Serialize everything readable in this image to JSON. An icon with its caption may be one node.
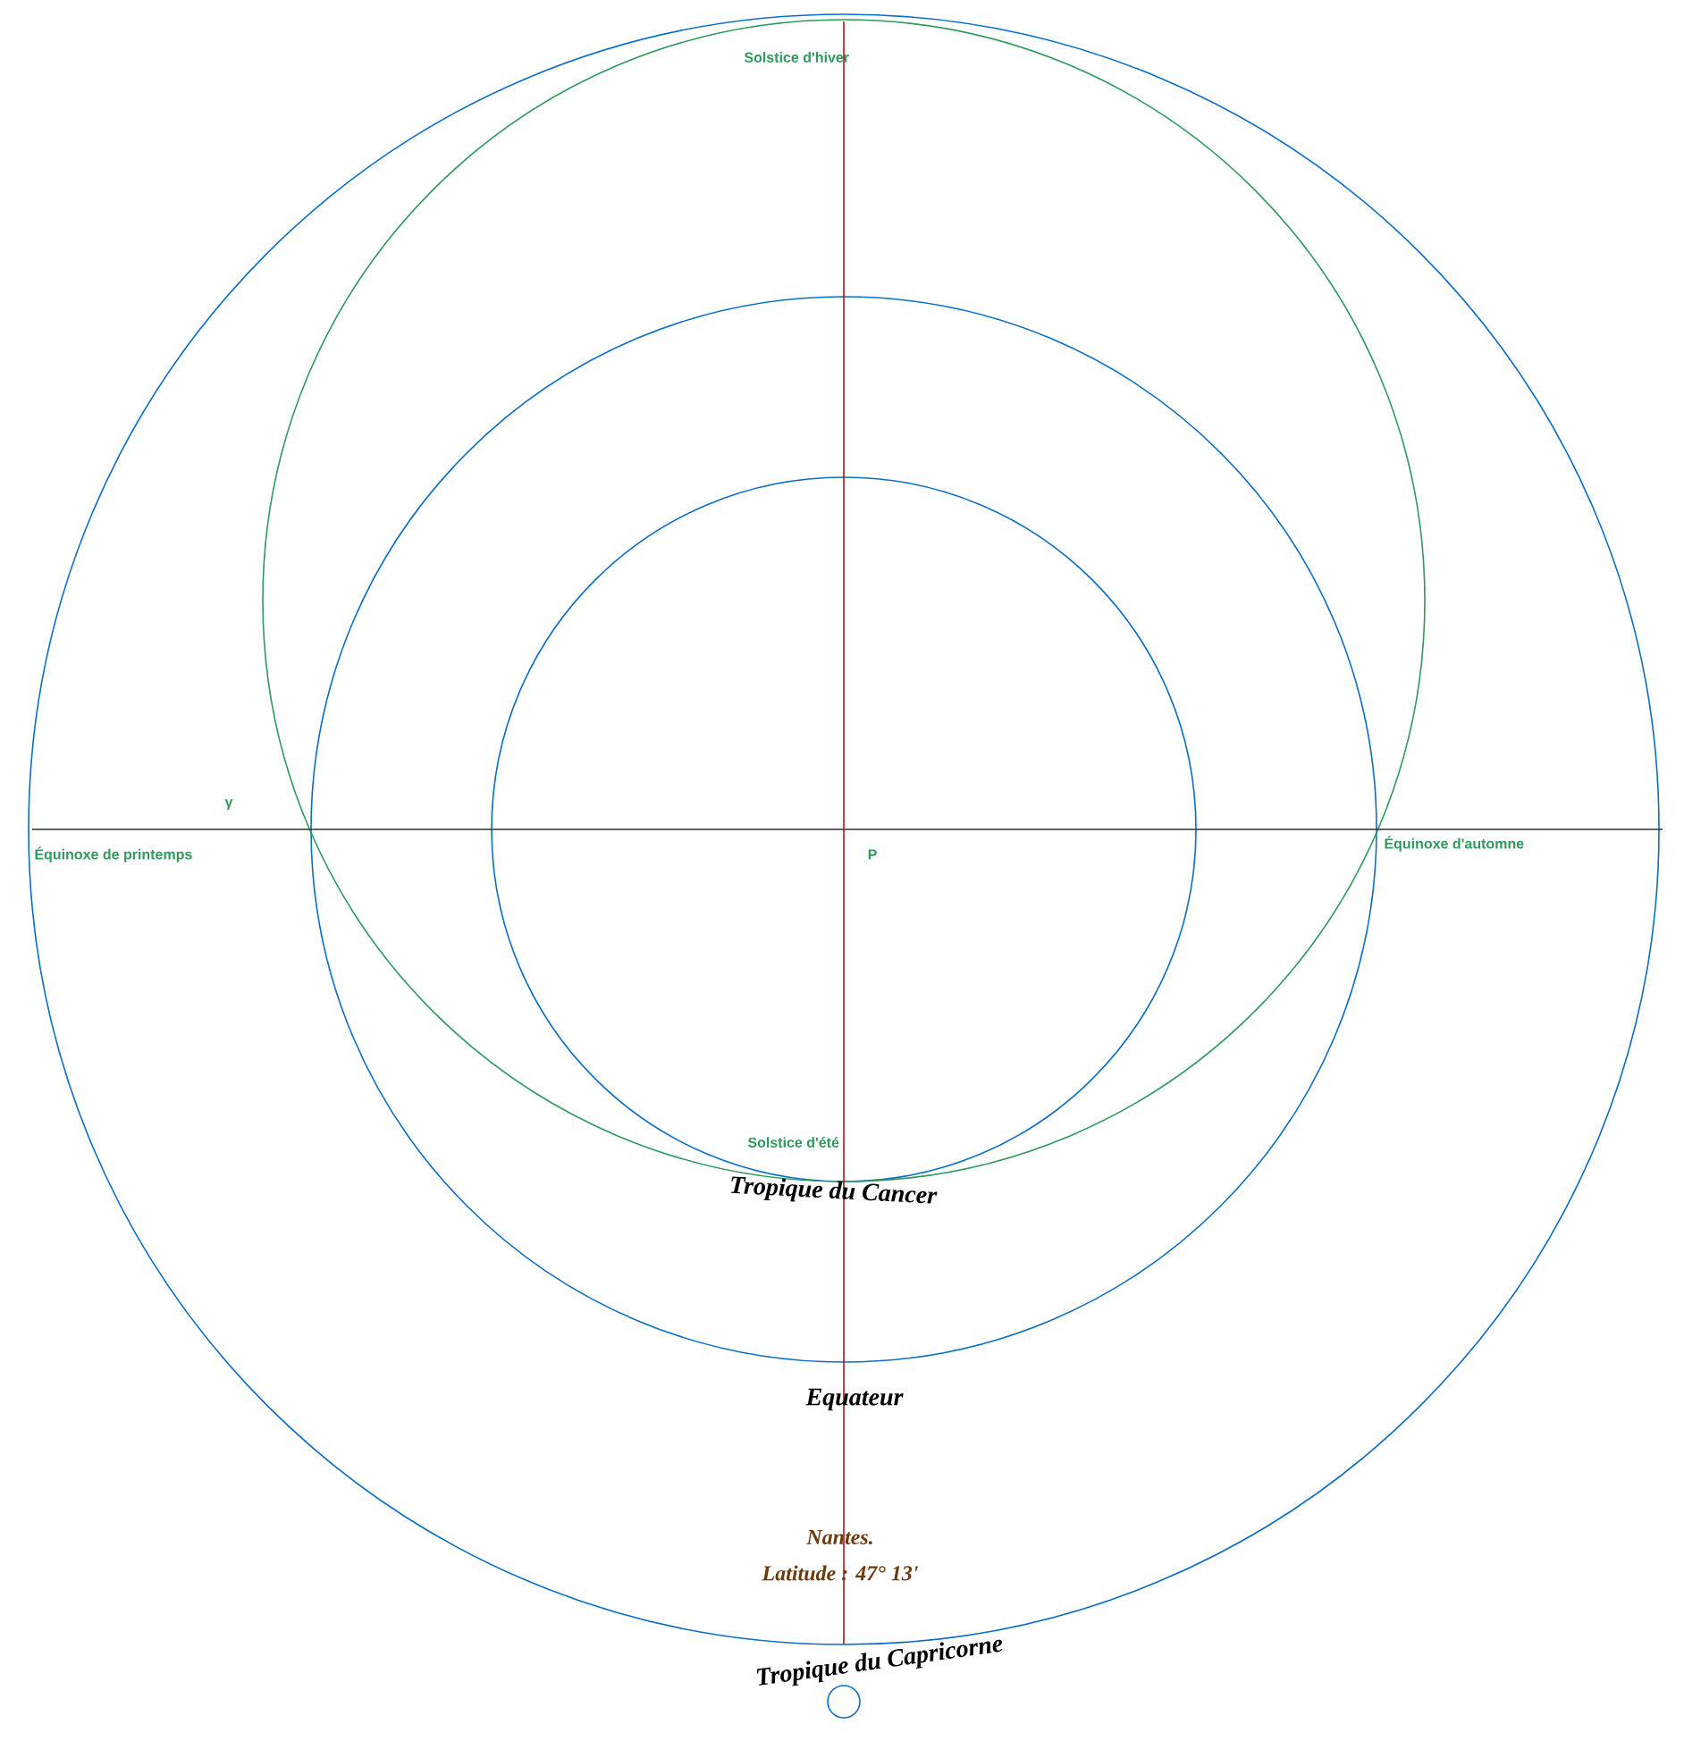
{
  "diagram": {
    "labels": [
      "Solstice d'hiver",
      "γ",
      "Équinoxe de printemps",
      "P",
      "Équinoxe d'automne",
      "Solstice d'été",
      "Tropique du Cancer",
      "Equateur",
      "Nantes.",
      "Latitude : 47° 13'",
      "Tropique du Capricorne"
    ]
  }
}
